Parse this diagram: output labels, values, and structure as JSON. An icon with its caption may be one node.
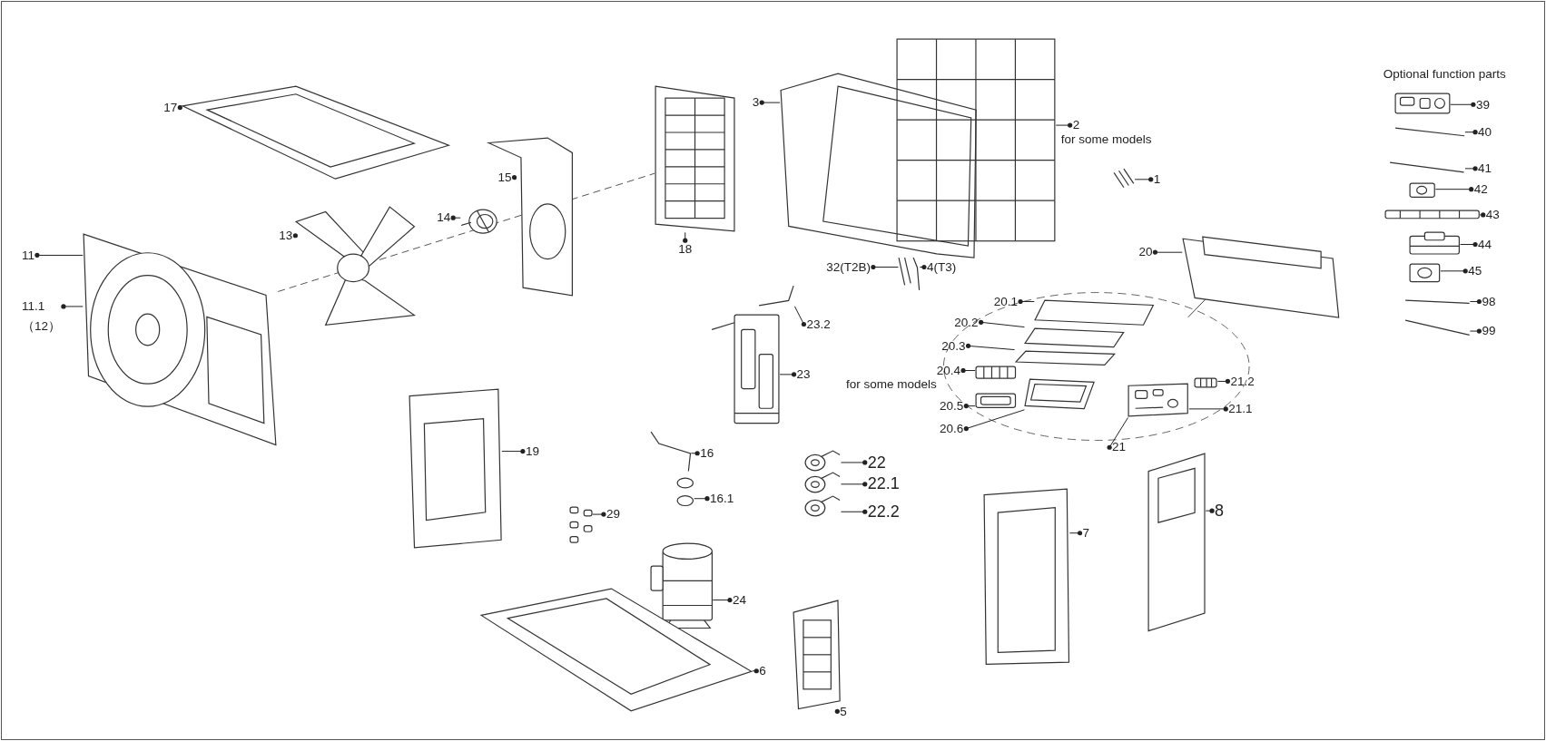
{
  "diagram": {
    "nodes": [
      {
        "text": [
          "17"
        ]
      },
      {
        "text": [
          "15"
        ]
      },
      {
        "text": [
          "14"
        ]
      },
      {
        "text": [
          "13"
        ]
      },
      {
        "text": [
          "18"
        ]
      },
      {
        "text": [
          "11"
        ]
      },
      {
        "text": [
          "11.1",
          "（12）"
        ]
      },
      {
        "text": [
          "3"
        ]
      },
      {
        "text": [
          "2",
          "for some models"
        ]
      },
      {
        "text": [
          "1"
        ]
      },
      {
        "text": [
          "32(T2B)"
        ]
      },
      {
        "text": [
          "4(T3)"
        ]
      },
      {
        "text": [
          "23.2"
        ]
      },
      {
        "text": [
          "23"
        ]
      },
      {
        "text": [
          "19"
        ]
      },
      {
        "text": [
          "16"
        ]
      },
      {
        "text": [
          "16.1"
        ]
      },
      {
        "text": [
          "29"
        ]
      },
      {
        "text": [
          "22"
        ]
      },
      {
        "text": [
          "22.1"
        ]
      },
      {
        "text": [
          "22.2"
        ]
      },
      {
        "text": [
          "24"
        ]
      },
      {
        "text": [
          "6"
        ]
      },
      {
        "text": [
          "5"
        ]
      },
      {
        "text": [
          "7"
        ]
      },
      {
        "text": [
          "8"
        ]
      },
      {
        "text": [
          "20"
        ]
      },
      {
        "text": [
          "20.1"
        ]
      },
      {
        "text": [
          "20.2"
        ]
      },
      {
        "text": [
          "20.3"
        ]
      },
      {
        "text": [
          "20.4",
          "for some models"
        ]
      },
      {
        "text": [
          "20.5"
        ]
      },
      {
        "text": [
          "20.6"
        ]
      },
      {
        "text": [
          "21.2"
        ]
      },
      {
        "text": [
          "21.1"
        ]
      },
      {
        "text": [
          "21"
        ]
      },
      {
        "text": [
          "39"
        ]
      },
      {
        "text": [
          "40"
        ]
      },
      {
        "text": [
          "41"
        ]
      },
      {
        "text": [
          "42"
        ]
      },
      {
        "text": [
          "43"
        ]
      },
      {
        "text": [
          "44"
        ]
      },
      {
        "text": [
          "45"
        ]
      },
      {
        "text": [
          "98"
        ]
      },
      {
        "text": [
          "99"
        ]
      },
      {
        "text": [],
        "shape": "picture"
      },
      {
        "text": [],
        "shape": "picture"
      },
      {
        "text": [],
        "shape": "picture"
      },
      {
        "text": [],
        "shape": "picture"
      },
      {
        "text": [],
        "shape": "picture"
      },
      {
        "text": [],
        "shape": "picture"
      },
      {
        "text": [],
        "shape": "picture"
      },
      {
        "text": [],
        "shape": "picture"
      },
      {
        "text": [],
        "shape": "picture"
      },
      {
        "text": [],
        "shape": "picture"
      },
      {
        "text": [],
        "shape": "picture"
      },
      {
        "text": [],
        "shape": "picture"
      },
      {
        "text": [],
        "shape": "picture"
      },
      {
        "text": [],
        "shape": "picture"
      },
      {
        "text": [],
        "shape": "picture"
      },
      {
        "text": [],
        "shape": "picture"
      },
      {
        "text": [],
        "shape": "picture"
      },
      {
        "text": [],
        "shape": "picture"
      },
      {
        "text": [],
        "shape": "picture"
      },
      {
        "text": [],
        "shape": "picture"
      },
      {
        "text": [],
        "shape": "picture"
      },
      {
        "text": [],
        "shape": "picture"
      },
      {
        "text": [],
        "shape": "picture"
      },
      {
        "text": [],
        "shape": "picture"
      },
      {
        "text": [],
        "shape": "picture"
      },
      {
        "text": [],
        "shape": "picture"
      },
      {
        "text": [],
        "shape": "picture"
      },
      {
        "text": [],
        "shape": "picture"
      },
      {
        "text": [],
        "shape": "picture"
      },
      {
        "text": [],
        "shape": "picture"
      },
      {
        "text": [],
        "shape": "picture"
      },
      {
        "text": [],
        "shape": "picture"
      },
      {
        "text": [],
        "shape": "picture"
      },
      {
        "text": [],
        "shape": "picture"
      },
      {
        "text": [],
        "shape": "picture"
      },
      {
        "text": [],
        "shape": "picture"
      },
      {
        "text": [],
        "shape": "picture"
      },
      {
        "text": [],
        "shape": "picture"
      },
      {
        "text": [],
        "shape": "picture"
      },
      {
        "text": [],
        "shape": "picture"
      },
      {
        "text": [],
        "shape": "picture"
      },
      {
        "text": [],
        "shape": "picture"
      },
      {
        "text": [],
        "shape": "picture"
      }
    ],
    "edges": [
      {
        "from": 0,
        "to": 45,
        "arrow": "other"
      },
      {
        "from": 1,
        "to": 46,
        "arrow": "other"
      },
      {
        "from": 2,
        "to": 47,
        "arrow": "other"
      },
      {
        "from": 3,
        "to": 48,
        "arrow": "other"
      },
      {
        "from": 4,
        "to": 49,
        "arrow": "other"
      },
      {
        "from": 5,
        "to": 50,
        "arrow": "other"
      },
      {
        "from": 6,
        "to": 50,
        "arrow": "other"
      },
      {
        "from": 7,
        "to": 51,
        "arrow": "other"
      },
      {
        "from": 8,
        "to": 52,
        "arrow": "other"
      },
      {
        "from": 9,
        "to": 53,
        "arrow": "other"
      },
      {
        "from": 10,
        "to": 54,
        "arrow": "other"
      },
      {
        "from": 11,
        "to": 55,
        "arrow": "other"
      },
      {
        "from": 12,
        "to": 56,
        "arrow": "other"
      },
      {
        "from": 13,
        "to": 57,
        "arrow": "other"
      },
      {
        "from": 14,
        "to": 58,
        "arrow": "other"
      },
      {
        "from": 15,
        "to": 59,
        "arrow": "other"
      },
      {
        "from": 16,
        "to": 60,
        "arrow": "other"
      },
      {
        "from": 17,
        "to": 61,
        "arrow": "other"
      },
      {
        "from": 18,
        "to": 62,
        "arrow": "other"
      },
      {
        "from": 19,
        "to": 63,
        "arrow": "other"
      },
      {
        "from": 20,
        "to": 64,
        "arrow": "other"
      },
      {
        "from": 21,
        "to": 65,
        "arrow": "other"
      },
      {
        "from": 22,
        "to": 66,
        "arrow": "other"
      },
      {
        "from": 23,
        "to": 67,
        "arrow": "other"
      },
      {
        "from": 24,
        "to": 68,
        "arrow": "other"
      },
      {
        "from": 25,
        "to": 69,
        "arrow": "other"
      },
      {
        "from": 26,
        "to": 70,
        "arrow": "other"
      },
      {
        "from": 27,
        "to": 71,
        "arrow": "other"
      },
      {
        "from": 28,
        "to": 72,
        "arrow": "other"
      },
      {
        "from": 29,
        "to": 73,
        "arrow": "other"
      },
      {
        "from": 30,
        "to": 74,
        "arrow": "other"
      },
      {
        "from": 31,
        "to": 75,
        "arrow": "other"
      },
      {
        "from": 32,
        "to": 76,
        "arrow": "other"
      },
      {
        "from": 33,
        "to": 77,
        "arrow": "other"
      },
      {
        "from": 34,
        "to": 78,
        "arrow": "other"
      },
      {
        "from": 35,
        "to": 78,
        "arrow": "other"
      },
      {
        "from": 36,
        "to": 79,
        "arrow": "other"
      },
      {
        "from": 37,
        "to": 80,
        "arrow": "other"
      },
      {
        "from": 38,
        "to": 81,
        "arrow": "other"
      },
      {
        "from": 39,
        "to": 82,
        "arrow": "other"
      },
      {
        "from": 40,
        "to": 83,
        "arrow": "other"
      },
      {
        "from": 41,
        "to": 84,
        "arrow": "other"
      },
      {
        "from": 42,
        "to": 85,
        "arrow": "other"
      },
      {
        "from": 43,
        "to": 86,
        "arrow": "other"
      },
      {
        "from": 44,
        "to": 87,
        "arrow": "other"
      }
    ],
    "labels": [
      "Optional function parts"
    ]
  }
}
